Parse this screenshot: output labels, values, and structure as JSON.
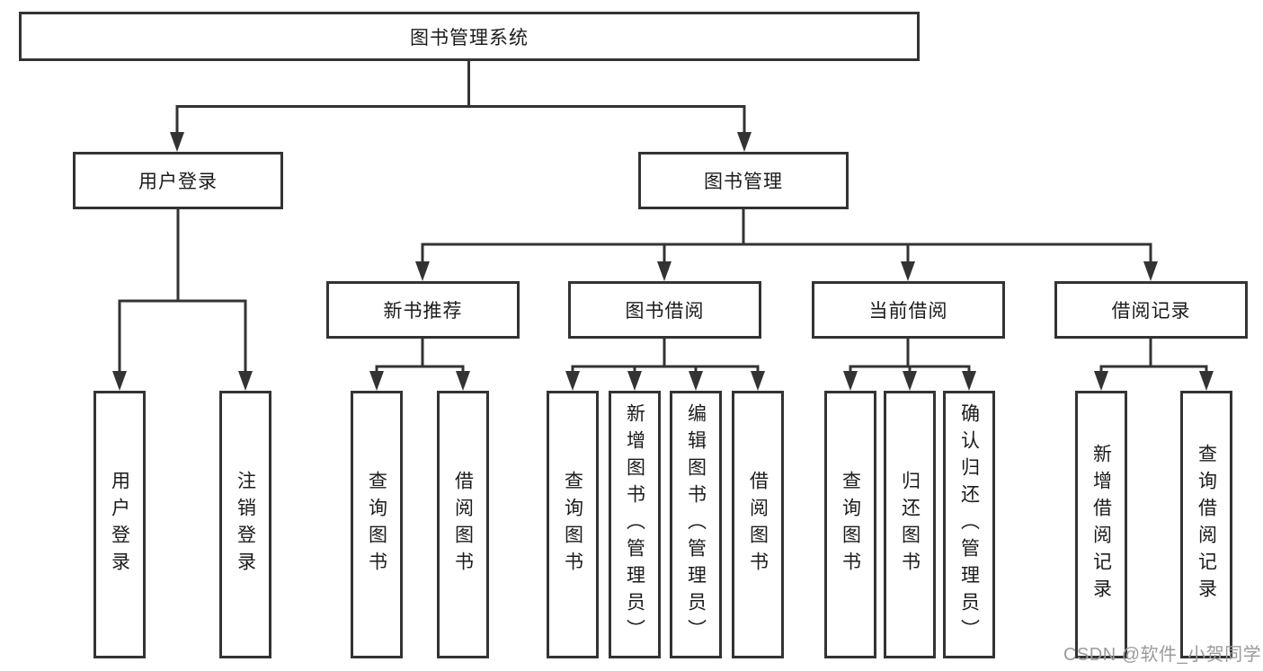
{
  "diagram": {
    "title": "图书管理系统",
    "root": {
      "label": "图书管理系统"
    },
    "branches": [
      {
        "label": "用户登录",
        "children": [
          {
            "label": "用户登录"
          },
          {
            "label": "注销登录"
          }
        ]
      },
      {
        "label": "图书管理",
        "sections": [
          {
            "label": "新书推荐",
            "children": [
              {
                "label": "查询图书"
              },
              {
                "label": "借阅图书"
              }
            ]
          },
          {
            "label": "图书借阅",
            "children": [
              {
                "label": "查询图书"
              },
              {
                "label": "新增图书（管理员）"
              },
              {
                "label": "编辑图书（管理员）"
              },
              {
                "label": "借阅图书"
              }
            ]
          },
          {
            "label": "当前借阅",
            "children": [
              {
                "label": "查询图书"
              },
              {
                "label": "归还图书"
              },
              {
                "label": "确认归还（管理员）"
              }
            ]
          },
          {
            "label": "借阅记录",
            "children": [
              {
                "label": "新增借阅记录"
              },
              {
                "label": "查询借阅记录"
              }
            ]
          }
        ]
      }
    ]
  },
  "watermark": {
    "text": "CSDN @软件_小贺同学"
  },
  "colors": {
    "line": "#333333",
    "box_border": "#333333",
    "box_bg": "#ffffff",
    "text": "#1b1b1b",
    "watermark": "#9b9b9b"
  }
}
